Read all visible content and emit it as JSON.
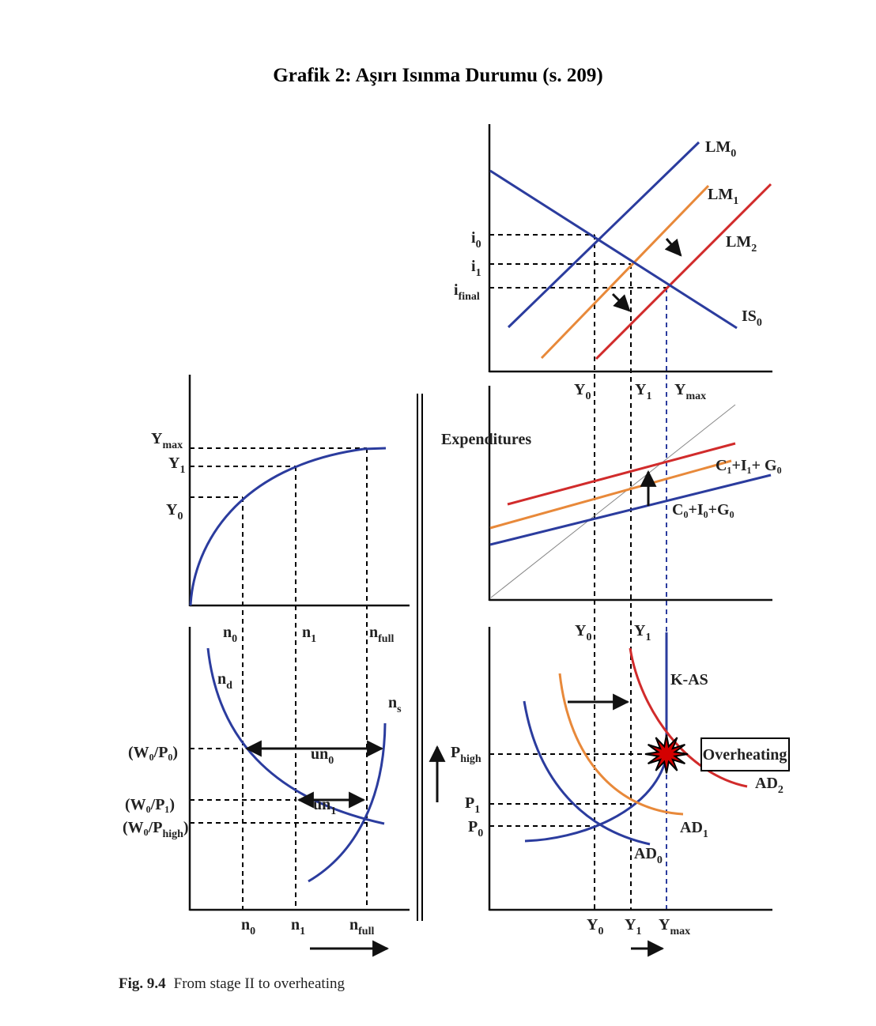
{
  "title": "Grafik 2: Aşırı Isınma Durumu (s. 209)",
  "caption": {
    "figure_number": "Fig. 9.4",
    "text": "From stage II to overheating"
  },
  "colors": {
    "blue": "#2b3c9e",
    "orange": "#e8893a",
    "red": "#d12b2b",
    "axis": "#111111",
    "burst": "#d40000"
  },
  "islm_panel": {
    "curves": [
      {
        "sym": "LM",
        "sub": "0",
        "color": "blue"
      },
      {
        "sym": "LM",
        "sub": "1",
        "color": "orange"
      },
      {
        "sym": "LM",
        "sub": "2",
        "color": "red"
      },
      {
        "sym": "IS",
        "sub": "0",
        "color": "blue"
      }
    ],
    "y_ticks": [
      {
        "sym": "i",
        "sub": "0"
      },
      {
        "sym": "i",
        "sub": "1"
      },
      {
        "sym": "i",
        "sub": "final"
      }
    ],
    "x_ticks": [
      {
        "sym": "Y",
        "sub": "0"
      },
      {
        "sym": "Y",
        "sub": "1"
      },
      {
        "sym": "Y",
        "sub": "max"
      }
    ]
  },
  "expenditure_panel": {
    "ylabel": "Expenditures",
    "curve_labels": [
      {
        "text": "C₁+I₁+ G₀",
        "color": "orange"
      },
      {
        "text": "C₀+I₀+G₀",
        "color": "blue"
      }
    ]
  },
  "production_panel": {
    "y_ticks": [
      {
        "sym": "Y",
        "sub": "max"
      },
      {
        "sym": "Y",
        "sub": "1"
      },
      {
        "sym": "Y",
        "sub": "0"
      }
    ],
    "x_ticks": [
      {
        "sym": "n",
        "sub": "0"
      },
      {
        "sym": "n",
        "sub": "1"
      },
      {
        "sym": "n",
        "sub": "full"
      }
    ]
  },
  "labor_panel": {
    "curves": [
      {
        "sym": "n",
        "sub": "d"
      },
      {
        "sym": "n",
        "sub": "s"
      }
    ],
    "y_ticks": [
      {
        "text": "(W₀/P₀)"
      },
      {
        "text": "(W₀/P₁)"
      },
      {
        "text": "(W₀/P",
        "sub": "high",
        "after": ")"
      }
    ],
    "gaps": [
      {
        "sym": "un",
        "sub": "0"
      },
      {
        "sym": "un",
        "sub": "1"
      }
    ],
    "x_ticks": [
      {
        "sym": "n",
        "sub": "0"
      },
      {
        "sym": "n",
        "sub": "1"
      },
      {
        "sym": "n",
        "sub": "full"
      }
    ]
  },
  "adas_panel": {
    "curves": [
      {
        "sym": "K-AS",
        "sub": "",
        "color": "blue"
      },
      {
        "sym": "AD",
        "sub": "0",
        "color": "blue"
      },
      {
        "sym": "AD",
        "sub": "1",
        "color": "orange"
      },
      {
        "sym": "AD",
        "sub": "2",
        "color": "red"
      }
    ],
    "y_ticks": [
      {
        "sym": "P",
        "sub": "high"
      },
      {
        "sym": "P",
        "sub": "1"
      },
      {
        "sym": "P",
        "sub": "0"
      }
    ],
    "x_top_ticks": [
      {
        "sym": "Y",
        "sub": "0"
      },
      {
        "sym": "Y",
        "sub": "1"
      }
    ],
    "x_ticks": [
      {
        "sym": "Y",
        "sub": "0"
      },
      {
        "sym": "Y",
        "sub": "1"
      },
      {
        "sym": "Y",
        "sub": "max"
      }
    ],
    "event_label": "Overheating"
  }
}
